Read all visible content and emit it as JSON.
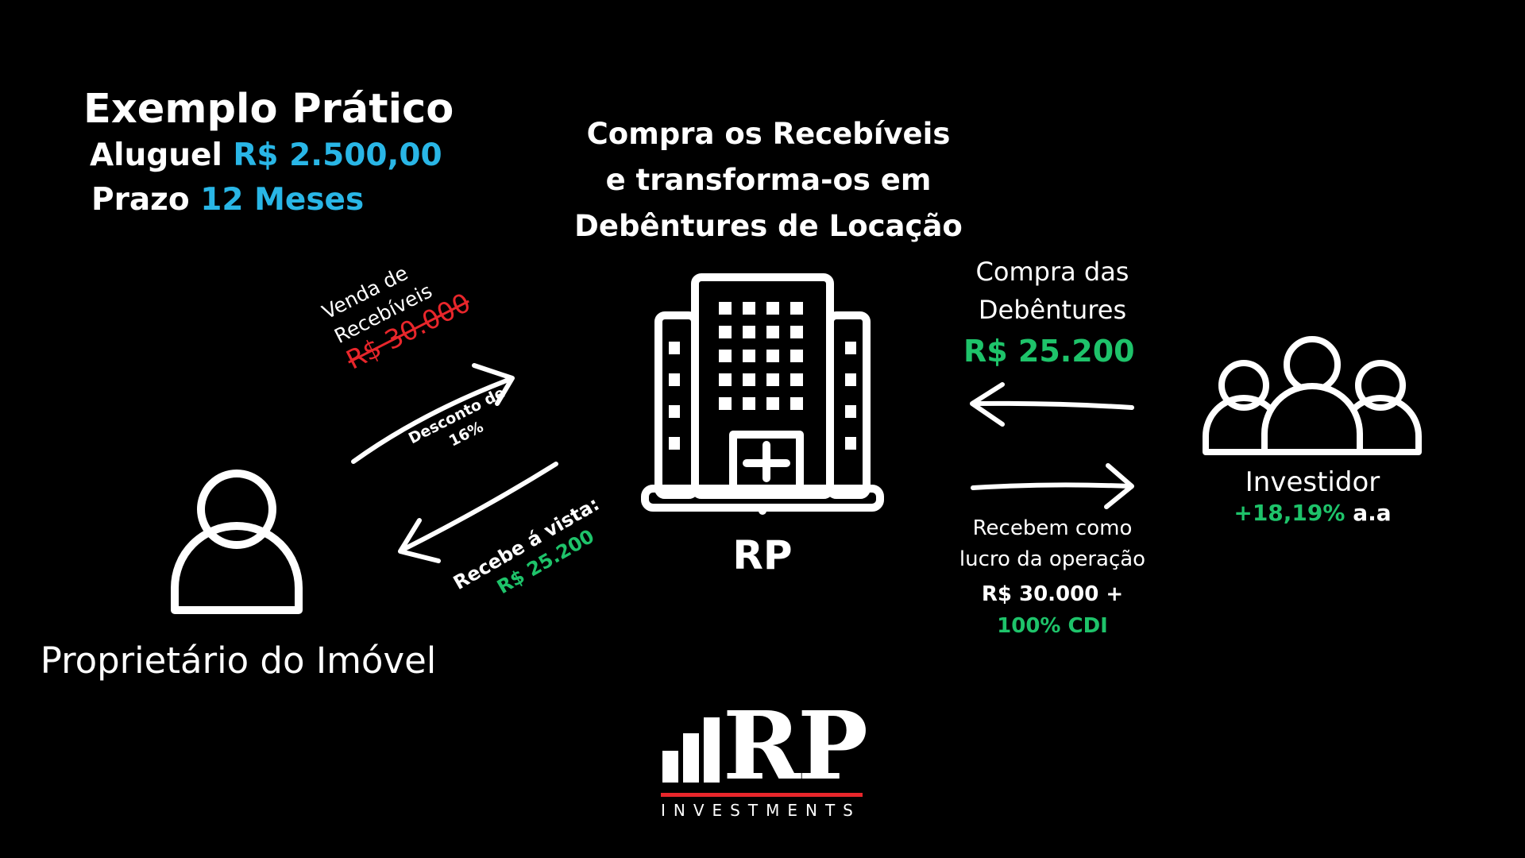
{
  "header": {
    "title": "Exemplo Prático",
    "aluguel_label": "Aluguel",
    "aluguel_value": "R$ 2.500,00",
    "prazo_label": "Prazo",
    "prazo_value": "12 Meses"
  },
  "center": {
    "line1": "Compra os Recebíveis",
    "line2": "e transforma-os em",
    "line3": "Debêntures de Locação",
    "company_label": "RP"
  },
  "left_flow": {
    "venda_line1": "Venda de",
    "venda_line2": "Recebíveis",
    "venda_strike_value": "R$ 30.000",
    "desconto_line1": "Desconto de",
    "desconto_line2": "16%",
    "recebe_label": "Recebe á vista:",
    "recebe_value": "R$ 25.200"
  },
  "owner": {
    "label": "Proprietário do Imóvel"
  },
  "right_flow": {
    "compra_line1": "Compra das",
    "compra_line2": "Debêntures",
    "compra_value": "R$ 25.200",
    "recebem_line1": "Recebem como",
    "recebem_line2": "lucro da operação",
    "lucro_value1": "R$ 30.000 +",
    "lucro_value2": "100% CDI"
  },
  "investor": {
    "label": "Investidor",
    "rate_value": "+18,19%",
    "rate_suffix": "a.a"
  },
  "logo": {
    "letters": "RP",
    "subtitle": "INVESTMENTS"
  },
  "colors": {
    "background": "#000000",
    "accent_blue": "#29b6e6",
    "accent_green": "#1ec36a",
    "accent_red": "#e8262b",
    "text": "#ffffff"
  },
  "icons": [
    "building-icon",
    "person-icon",
    "group-icon",
    "bar-chart-logo-icon",
    "arrow-icon"
  ]
}
